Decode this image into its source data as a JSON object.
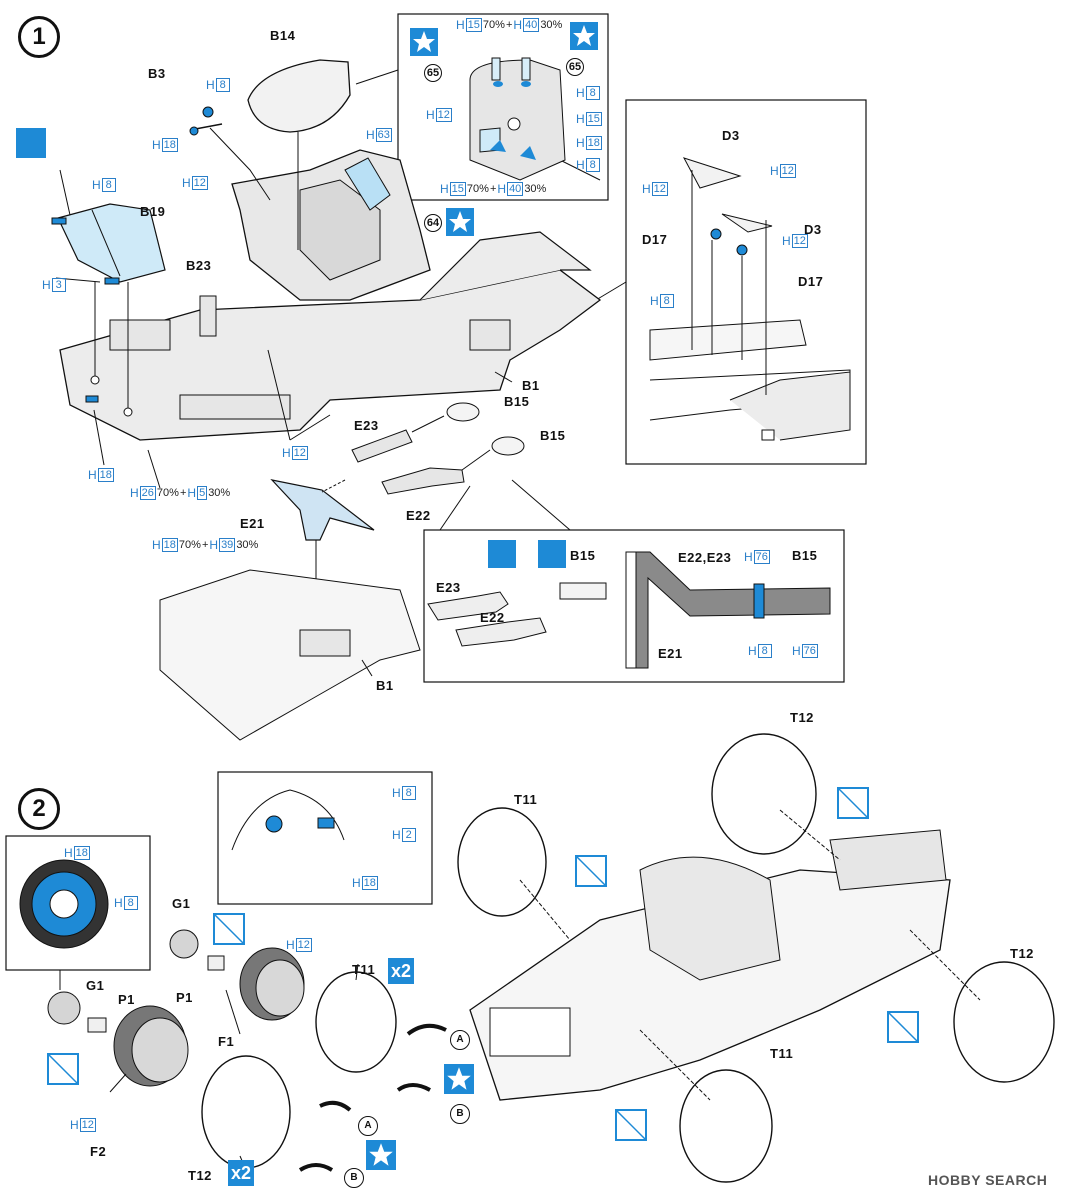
{
  "steps": {
    "step1": "1",
    "step2": "2"
  },
  "parts": {
    "B14": "B14",
    "B3": "B3",
    "B19": "B19",
    "B23": "B23",
    "B1": "B1",
    "B1b": "B1",
    "B15a": "B15",
    "B15b": "B15",
    "B15c": "B15",
    "B15d": "B15",
    "E23a": "E23",
    "E23b": "E23",
    "E22a": "E22",
    "E22b": "E22",
    "E21a": "E21",
    "E21b": "E21",
    "E22E23": "E22,E23",
    "D3a": "D3",
    "D3b": "D3",
    "D17a": "D17",
    "D17b": "D17",
    "T11a": "T11",
    "T11b": "T11",
    "T11c": "T11",
    "T12a": "T12",
    "T12b": "T12",
    "T12c": "T12",
    "G1a": "G1",
    "G1b": "G1",
    "P1a": "P1",
    "P1b": "P1",
    "F1": "F1",
    "F2": "F2"
  },
  "paint": {
    "h8": "8",
    "h12": "12",
    "h18": "18",
    "h3": "3",
    "h63": "63",
    "h15": "15",
    "h2": "2",
    "h76": "76",
    "h40": "40"
  },
  "mixes": {
    "top_inset": {
      "a": "15",
      "pa": "70%",
      "plus": "+",
      "b": "40",
      "pb": "30%"
    },
    "bottom_inset": {
      "a": "15",
      "pa": "70%",
      "plus": "+",
      "b": "40",
      "pb": "30%"
    },
    "floor": {
      "a": "26",
      "pa": "70%",
      "plus": "+",
      "b": "5",
      "pb": "30%"
    },
    "e21": {
      "a": "18",
      "pa": "70%",
      "plus": "+",
      "b": "39",
      "pb": "30%"
    }
  },
  "letter": "H",
  "multiplier": "x2",
  "refs": {
    "A": "A",
    "B": "B",
    "num65": "65",
    "num64": "64"
  },
  "watermark": "HOBBY SEARCH",
  "colors": {
    "accent": "#1e8ad6",
    "paint_label": "#2a7fc9",
    "part_fill": "#ececec"
  }
}
